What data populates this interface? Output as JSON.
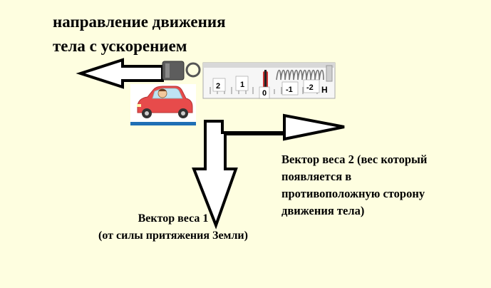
{
  "title": {
    "line1": "направление движения",
    "line2": "тела с ускорением"
  },
  "scale": {
    "ticks": [
      "2",
      "1",
      "0",
      "-1",
      "-2"
    ],
    "unit": "Н"
  },
  "weight_vector_1": {
    "line1": "Вектор веса 1",
    "line2": "(от силы притяжения Земли)"
  },
  "weight_vector_2": {
    "line1": "Вектор веса 2 (вес который",
    "line2": "появляется в",
    "line3": "противоположную сторону",
    "line4": "движения тела)"
  },
  "colors": {
    "background": "#fefee0",
    "car": "#e74b4b",
    "pointer": "#cc3333",
    "arrow_fill": "#ffffff",
    "arrow_stroke": "#000000"
  }
}
